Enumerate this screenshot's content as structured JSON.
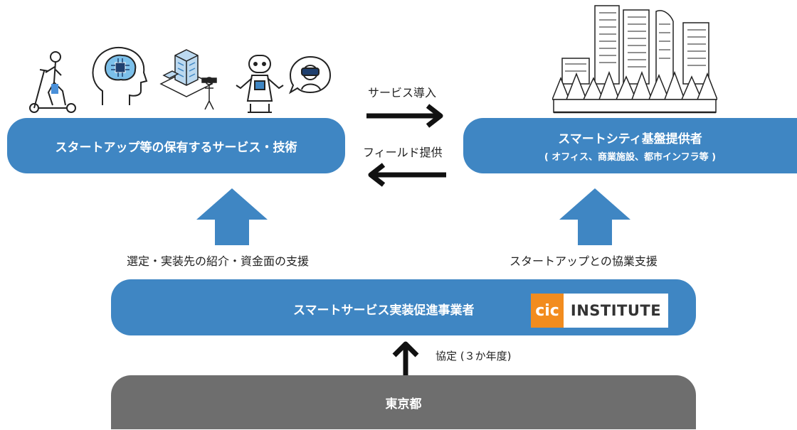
{
  "startup_box": {
    "title": "スタートアップ等の保有するサービス・技術"
  },
  "provider_box": {
    "title": "スマートシティ基盤提供者",
    "subtitle": "( オフィス、商業施設、都市インフラ等 )"
  },
  "arrow_right_label": "サービス導入",
  "arrow_left_label": "フィールド提供",
  "left_support_label": "選定・実装先の紹介・資金面の支援",
  "right_support_label": "スタートアップとの協業支援",
  "promoter_box": {
    "title": "スマートサービス実装促進事業者"
  },
  "logo": {
    "mark": "cic",
    "text": "INSTITUTE"
  },
  "agreement_label": "協定 (３か年度)",
  "tokyo_box": {
    "title": "東京都"
  },
  "colors": {
    "blue": "#3f86c3",
    "gray": "#6e6e6e",
    "orange": "#f28c1e"
  },
  "icons": [
    "scooter-icon",
    "brain-chip-icon",
    "isometric-building-icon",
    "robot-icon",
    "vr-headset-icon",
    "city-skyline-icon"
  ]
}
